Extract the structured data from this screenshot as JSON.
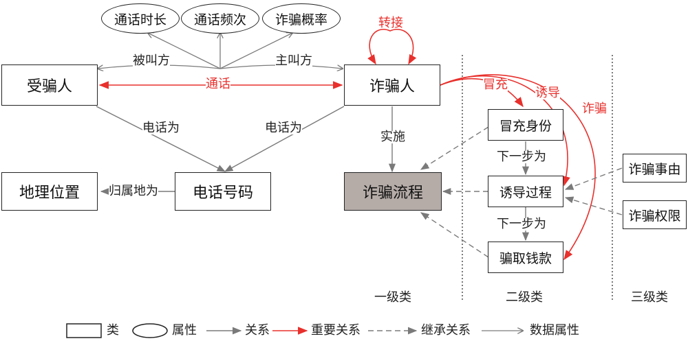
{
  "entities": {
    "victim": "受骗人",
    "fraudster": "诈骗人",
    "location": "地理位置",
    "phone": "电话号码",
    "process": "诈骗流程",
    "impersonate_identity": "冒充身份",
    "induce_process": "诱导过程",
    "defraud_money": "骗取钱款",
    "fraud_reason": "诈骗事由",
    "fraud_authority": "诈骗权限"
  },
  "attributes": {
    "call_duration": "通话时长",
    "call_frequency": "通话频次",
    "fraud_probability": "诈骗概率"
  },
  "relations": {
    "callee": "被叫方",
    "caller": "主叫方",
    "call": "通话",
    "victim_phone": "电话为",
    "fraudster_phone": "电话为",
    "belongs_to": "归属地为",
    "implements": "实施",
    "transfer": "转接",
    "impersonate": "冒充",
    "induce": "诱导",
    "defraud": "诈骗",
    "next_step_1": "下一步为",
    "next_step_2": "下一步为"
  },
  "levels": {
    "level1": "一级类",
    "level2": "二级类",
    "level3": "三级类"
  },
  "legend": {
    "class": "类",
    "attribute": "属性",
    "relation": "关系",
    "important_relation": "重要关系",
    "inheritance": "继承关系",
    "data_attribute": "数据属性"
  },
  "colors": {
    "red": "#e8302c",
    "gray": "#7a7a7a",
    "process_fill": "#b5aca8"
  }
}
